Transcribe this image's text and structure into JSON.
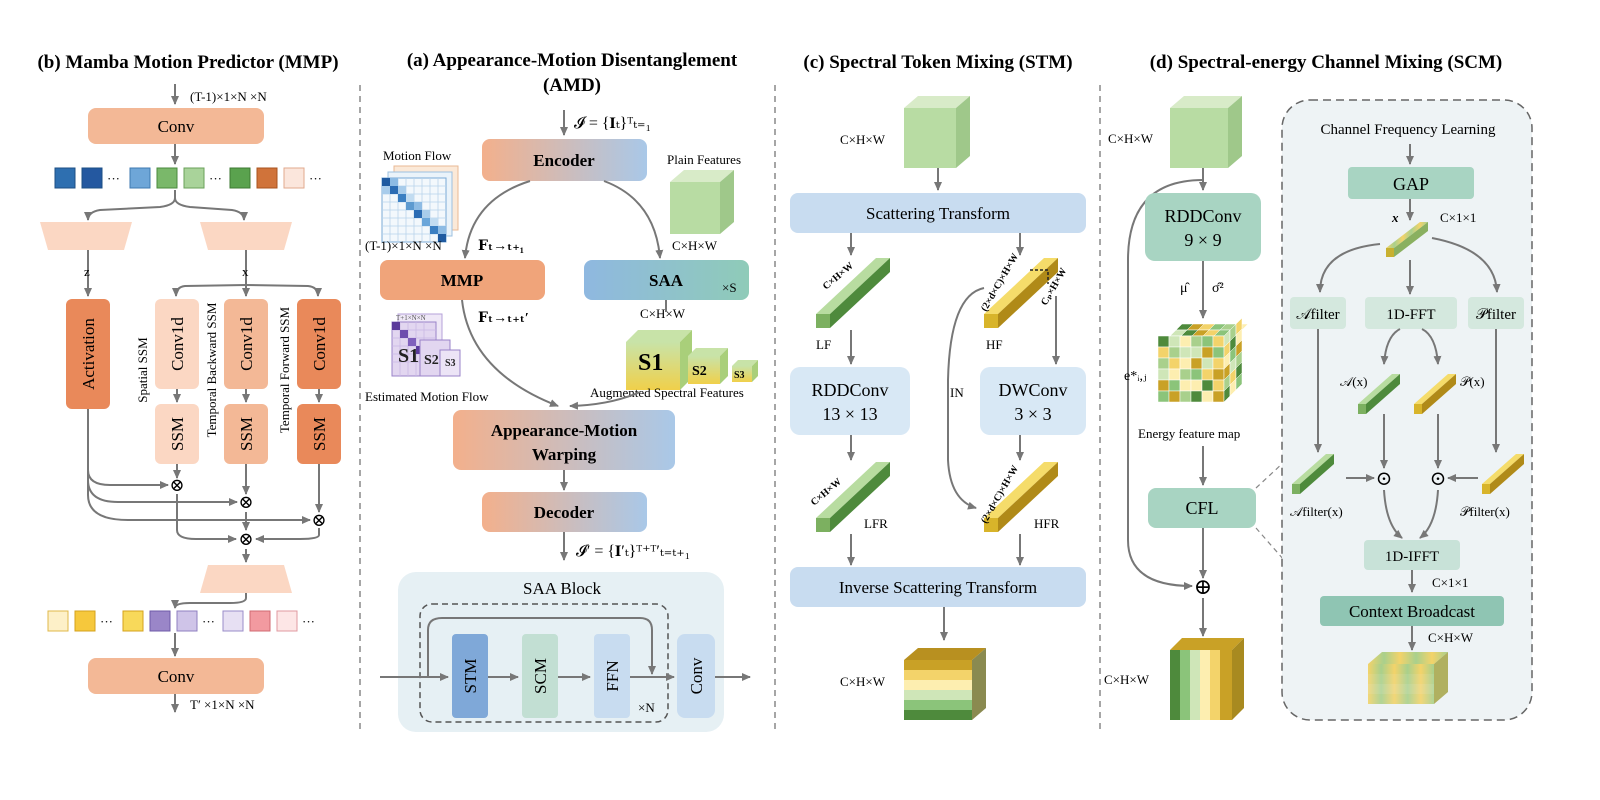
{
  "colors": {
    "orange": "#f3b896",
    "orange_dark": "#e9895a",
    "blue_light": "#cfe2f3",
    "blue_mid": "#a9c8e8",
    "teal": "#8fc5b3",
    "teal_light": "#c8e2d8",
    "green": "#8bc47a",
    "gold": "#d8b42a",
    "arrow": "#777777"
  },
  "mmp": {
    "title": "(b) Mamba Motion Predictor (MMP)",
    "input_dim": "(T-1)×1×N ×N",
    "conv_top": "Conv",
    "z": "z",
    "x": "x",
    "activation": "Activation",
    "conv1d": "Conv1d",
    "ssm": "SSM",
    "spatial_ssm": "Spatial SSM",
    "temporal_backward_ssm": "Temporal Backward SSM",
    "temporal_forward_ssm": "Temporal Forward SSM",
    "conv_bottom": "Conv",
    "output_dim": "T′ ×1×N ×N",
    "ellipsis": "···",
    "otimes": "⊗"
  },
  "amd": {
    "title_line1": "(a) Appearance-Motion Disentanglement",
    "title_line2": "(AMD)",
    "input_seq": "𝓘 = {𝐈ₜ}ᵀₜ₌₁",
    "encoder": "Encoder",
    "motion_flow": "Motion Flow",
    "motion_dim": "(T-1)×1×N ×N",
    "plain_features": "Plain Features",
    "plain_dim": "C×H×W",
    "flow_label": "𝐅ₜ→ₜ₊₁",
    "mmp": "MMP",
    "saa": "SAA",
    "saa_times": "×S",
    "saa_dim": "C×H×W",
    "estimated_flow_label": "𝐅ₜ→ₜ₊ₜ′",
    "s1": "S1",
    "s2": "S2",
    "s3": "S3",
    "estimated_motion_flow": "Estimated Motion Flow",
    "augmented_spectral": "Augmented Spectral Features",
    "warping_line1": "Appearance-Motion",
    "warping_line2": "Warping",
    "decoder": "Decoder",
    "output_seq": "𝓘′ = {𝐈′ₜ}ᵀ⁺ᵀ′ₜ₌ₜ₊₁",
    "saa_block": "SAA Block",
    "stm": "STM",
    "scm": "SCM",
    "ffn": "FFN",
    "conv": "Conv",
    "times_n": "×N",
    "tiny_label": "T+1×N×N"
  },
  "stm": {
    "title": "(c) Spectral Token Mixing (STM)",
    "input_dim": "C×H×W",
    "scattering": "Scattering Transform",
    "lf_dim": "C×H×W",
    "lf": "LF",
    "hf_dim": "(2×d×C)×H×W",
    "cp_dim": "Cₚ×H×W",
    "hf": "HF",
    "rddconv": "RDDConv",
    "rddconv_k": "13 × 13",
    "in": "IN",
    "dwconv": "DWConv",
    "dwconv_k": "3 × 3",
    "lfr_dim": "C×H×W",
    "lfr": "LFR",
    "hfr_dim": "(2×d×C)×H×W",
    "hfr": "HFR",
    "inverse": "Inverse Scattering Transform",
    "output_dim": "C×H×W"
  },
  "scm": {
    "title": "(d) Spectral-energy Channel Mixing (SCM)",
    "input_dim": "C×H×W",
    "rddconv": "RDDConv",
    "rddconv_k": "9 × 9",
    "mu": "μ̂",
    "sigma": "σ̂²",
    "eij": "e*ᵢ,ⱼ",
    "energy_map": "Energy feature map",
    "cfl": "CFL",
    "oplus": "⊕",
    "output_dim": "C×H×W",
    "cfl_title": "Channel Frequency Learning",
    "gap": "GAP",
    "x": "x",
    "c11": "C×1×1",
    "a_filter": "𝒜filter",
    "fft": "1D-FFT",
    "p_filter": "𝒫filter",
    "a_x": "𝒜(x)",
    "p_x": "𝒫(x)",
    "a_filter_x": "𝒜filter(x)",
    "p_filter_x": "𝒫filter(x)",
    "odot": "⊙",
    "ifft": "1D-IFFT",
    "c11b": "C×1×1",
    "context_broadcast": "Context Broadcast",
    "chw": "C×H×W"
  }
}
